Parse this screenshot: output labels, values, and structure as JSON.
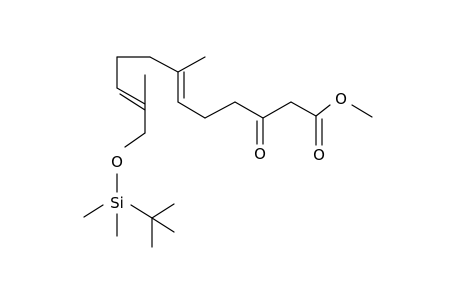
{
  "structure": {
    "atom_labels": {
      "carbonyl_oxygen": "O",
      "ester_carbonyl_oxygen": "O",
      "ester_oxygen": "O",
      "ether_oxygen": "O",
      "silicon": "Si"
    }
  }
}
